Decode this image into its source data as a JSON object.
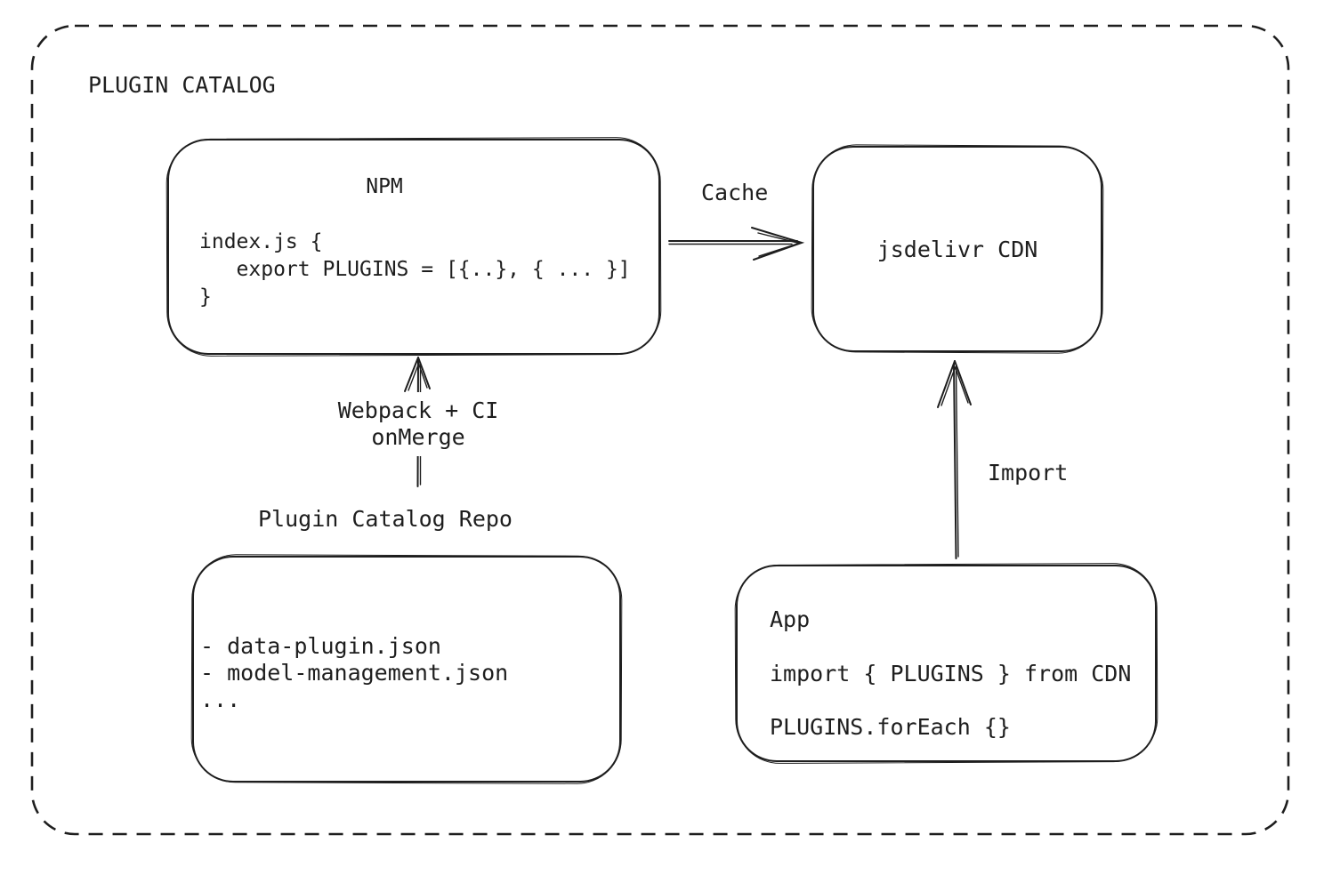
{
  "diagram": {
    "title": "PLUGIN CATALOG"
  },
  "colors": {
    "stroke": "#1e1e1e",
    "background": "#ffffff"
  },
  "nodes": {
    "npm": {
      "title": "NPM",
      "code": [
        "index.js {",
        "   export PLUGINS = [{..}, { ... }]",
        "}"
      ]
    },
    "cdn": {
      "label": "jsdelivr CDN"
    },
    "repo": {
      "label": "Plugin Catalog Repo",
      "files": [
        "- data-plugin.json",
        "- model-management.json",
        "..."
      ]
    },
    "app": {
      "title": "App",
      "code": [
        "import { PLUGINS } from CDN",
        "",
        "PLUGINS.forEach {}"
      ]
    }
  },
  "edges": {
    "cache": {
      "label": "Cache",
      "from": "NPM",
      "to": "jsdelivr CDN"
    },
    "webpack": {
      "label": [
        "Webpack + CI",
        "onMerge"
      ],
      "from": "Plugin Catalog Repo",
      "to": "NPM"
    },
    "import": {
      "label": "Import",
      "from": "App",
      "to": "jsdelivr CDN"
    }
  }
}
